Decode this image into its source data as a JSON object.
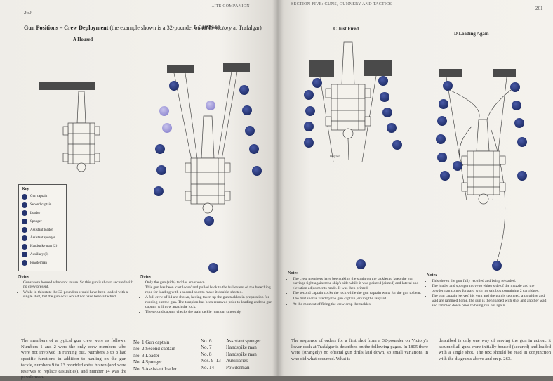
{
  "left_page": {
    "page_number": "260",
    "running_head": "...ITE COMPANION",
    "title_bold": "Gun Positions – Crew Deployment",
    "title_rest_1": " (the example shown is a 32-pounder on ",
    "title_ship": "HMS Victory",
    "title_rest_2": " at Trafalgar)",
    "panel_a": "A  Housed",
    "panel_b": "B  Cast Loose",
    "key": {
      "heading": "Key",
      "items": [
        "Gun captain",
        "Second captain",
        "Loader",
        "Sponger",
        "Assistant loader",
        "Assistant sponger",
        "Handspike man (2)",
        "Auxiliary (3)",
        "Powderman"
      ],
      "color": "#24336e"
    },
    "notes_a": {
      "heading": "Notes",
      "items": [
        "Guns were housed when not in use. So this gun is shown secured with no crew present.",
        "While in this state the 32-pounders would have been loaded with a single shot, but the gunlocks would not have been attached."
      ]
    },
    "notes_b": {
      "heading": "Notes",
      "items": [
        "Only the gun (side) tackles are shown.",
        "This gun has been 'cast loose' and pulled back to the full extent of the breeching rope for loading with a second shot to make it double-shotted.",
        "A full crew of 14 are shown, having taken up the gun tackles in preparation for running out the gun. The tompion has been removed prior to loading and the gun captain will now attach the lock.",
        "The second captain checks the train tackle runs out smoothly."
      ]
    },
    "body_text": "The members of a typical gun crew were as follows. Numbers 1 and 2 were the only crew members who were not involved in running out. Numbers 3 to 8 had specific functions in addition to hauling on the gun tackle, numbers 9 to 13 provided extra brawn (and were reserves to replace casualties), and number 14 was the powderman.",
    "roles_col1": [
      "No. 1  Gun captain",
      "No. 2  Second captain",
      "No. 3  Loader",
      "No. 4  Sponger",
      "No. 5  Assistant loader"
    ],
    "roles_col2_nums": [
      "No. 6",
      "No. 7",
      "No. 8",
      "Nos. 9–13",
      "No. 14"
    ],
    "roles_col2_names": [
      "Assistant sponger",
      "Handspike man",
      "Handspike man",
      "Auxiliaries",
      "Powderman"
    ]
  },
  "right_page": {
    "page_number": "261",
    "running_head": "SECTION FIVE: GUNS, GUNNERY AND TACTICS",
    "panel_c": "C  Just Fired",
    "panel_d": "D  Loading Again",
    "lanyard": "lanyard",
    "notes_c": {
      "heading": "Notes",
      "items": [
        "The crew members have been taking the strain on the tackles to keep the gun carriage tight against the ship's side while it was pointed (aimed) and lateral and elevation adjustments made. It was then primed.",
        "The second captain cocks the lock while the gun captain waits for the gun to bear.",
        "The first shot is fired by the gun captain jerking the lanyard.",
        "At the moment of firing the crew drop the tackles."
      ]
    },
    "notes_d": {
      "heading": "Notes",
      "items": [
        "This shows the gun fully recoiled and being reloaded.",
        "The loader and sponger move to either side of the muzzle and the powderman comes forward with his salt box containing 2 cartridges.",
        "The gun captain 'serves' his vent and the gun is sponged, a cartridge and wad are rammed home, the gun is then loaded with shot and another wad and rammed down prior to being run out again."
      ]
    },
    "body_text_1": "The sequence of orders for a first shot from a 32-pounder on Victory's lower deck at Trafalgar is described on the following pages. In 1805 there were (strangely) no official gun drills laid down, so small variations in who did what occurred. What is",
    "body_text_2": "described is only one way of serving the gun in action; it assumed all guns were initially housed (secured) and loaded with a single shot. The text should be read in conjunction with the diagrams above and on p. 263."
  }
}
